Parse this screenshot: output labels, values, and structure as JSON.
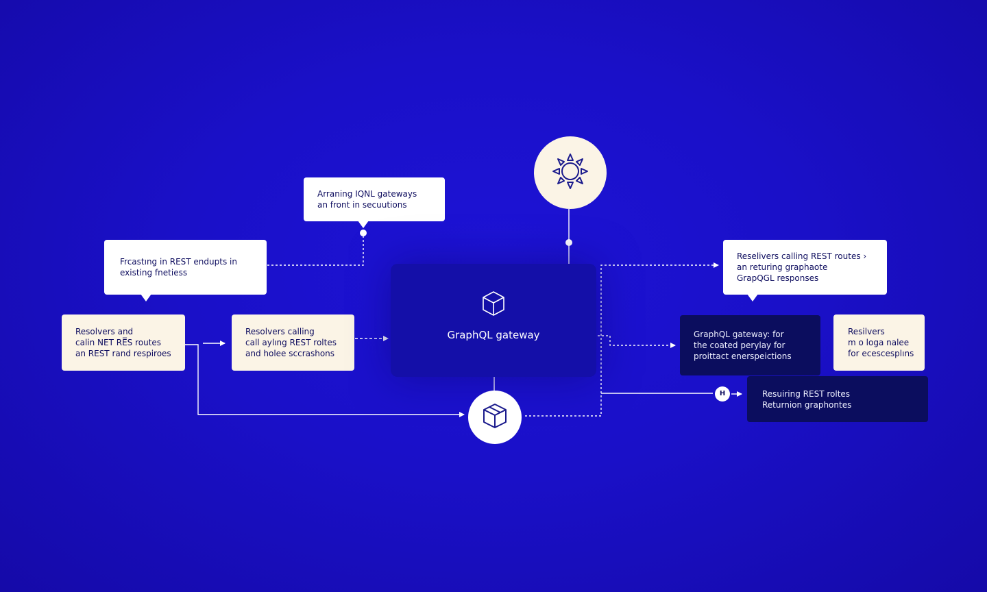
{
  "gateway": {
    "label": "GraphQL gateway",
    "icon": "cube-icon"
  },
  "cards": {
    "top_note": [
      "Arraning IQNL gateways",
      "an front in secuutions"
    ],
    "left_note": [
      "Frcastıng in REST endupts in",
      "existing fnetiess"
    ],
    "left_resolvers": [
      "Resolvers and",
      "calin NET RE̅S routes",
      "an REST rand respiroes"
    ],
    "mid_resolvers": [
      "Resolvers calling",
      "call aylıng REST roltes",
      "and holee sccrashons"
    ],
    "right_top_note": [
      "Reselivers calling REST routes ›",
      "an returing graphaote",
      "GrapQGL responses"
    ],
    "right_dark": [
      "GraphQL gateway: for",
      "the coated perylay for",
      "proittact enerspeictions"
    ],
    "right_small": [
      "Resilvers",
      "m o loga nalee",
      "for ecescesplıns"
    ],
    "bottom_dark": [
      "Resuiring REST roltes",
      "Returnion graphontes"
    ]
  },
  "nodes": {
    "top_circle_icon": "sun-gear-icon",
    "bottom_circle_icon": "box-icon",
    "badge_text": "H"
  },
  "colors": {
    "background": "#1a10c8",
    "card_white": "#ffffff",
    "card_cream": "#fbf4e6",
    "card_dark": "#0b0d5e",
    "text_dark": "#0d0c5e"
  }
}
